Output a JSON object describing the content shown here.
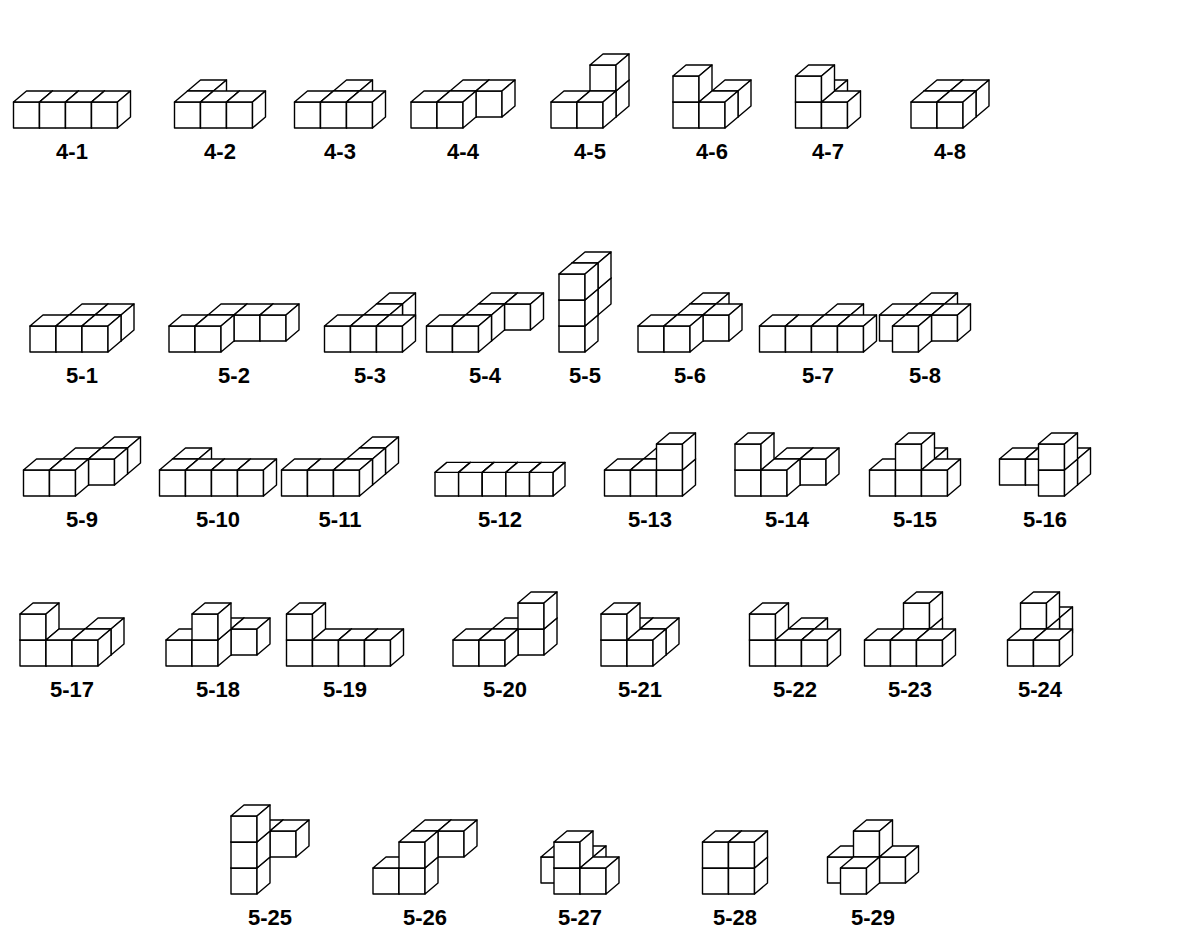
{
  "diagram": {
    "labels": [
      "4-1",
      "4-2",
      "4-3",
      "4-4",
      "4-5",
      "4-6",
      "4-7",
      "4-8",
      "5-1",
      "5-2",
      "5-3",
      "5-4",
      "5-5",
      "5-6",
      "5-7",
      "5-8",
      "5-9",
      "5-10",
      "5-11",
      "5-12",
      "5-13",
      "5-14",
      "5-15",
      "5-16",
      "5-17",
      "5-18",
      "5-19",
      "5-20",
      "5-21",
      "5-22",
      "5-23",
      "5-24",
      "5-25",
      "5-26",
      "5-27",
      "5-28",
      "5-29"
    ]
  }
}
